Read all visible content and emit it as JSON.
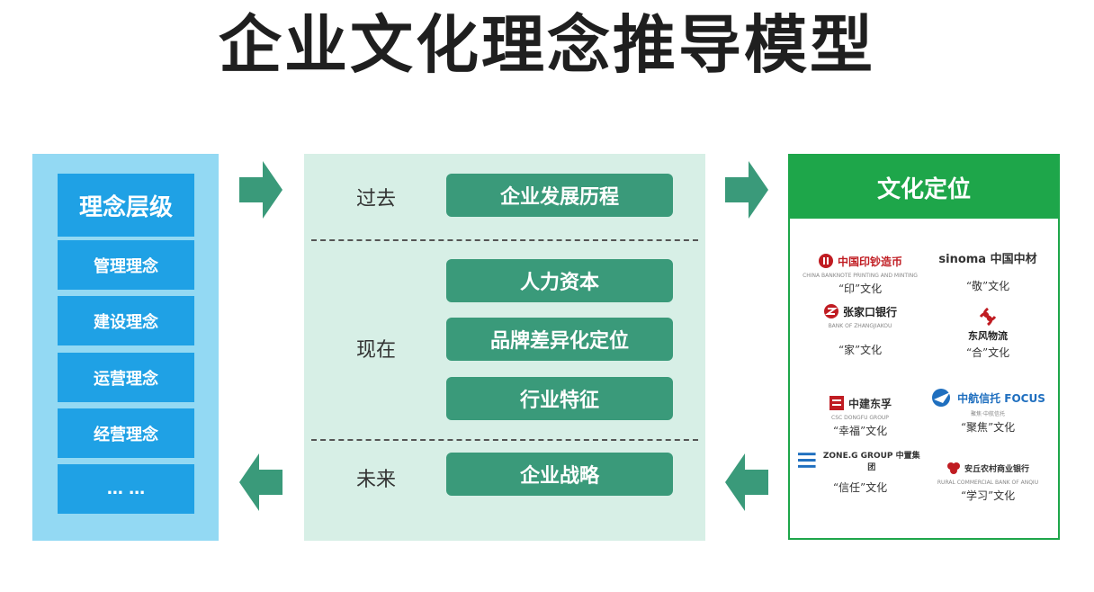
{
  "title": "企业文化理念推导模型",
  "left": {
    "header": "理念层级",
    "items": [
      "管理理念",
      "建设理念",
      "运营理念",
      "经营理念",
      "… …"
    ]
  },
  "middle": {
    "past_label": "过去",
    "present_label": "现在",
    "future_label": "未来",
    "past_items": [
      "企业发展历程"
    ],
    "present_items": [
      "人力资本",
      "品牌差异化定位",
      "行业特征"
    ],
    "future_items": [
      "企业战略"
    ]
  },
  "right": {
    "header": "文化定位",
    "logos": [
      {
        "name": "中国印钞造币",
        "sub": "CHINA BANKNOTE PRINTING AND MINTING",
        "caption": "“印”文化"
      },
      {
        "name": "sinoma 中国中材",
        "sub": "",
        "caption": "“敬”文化"
      },
      {
        "name": "张家口银行",
        "sub": "BANK OF ZHANGJIAKOU",
        "caption": "“家”文化"
      },
      {
        "name": "东风物流",
        "sub": "",
        "caption": "“合”文化"
      },
      {
        "name": "中建东孚",
        "sub": "CSC DONGFU GROUP",
        "caption": "“幸福”文化"
      },
      {
        "name": "中航信托 FOCUS",
        "sub": "聚焦·中航信托",
        "caption": "“聚焦”文化"
      },
      {
        "name": "ZONE.G GROUP 中置集团",
        "sub": "",
        "caption": "“信任”文化"
      },
      {
        "name": "安丘农村商业银行",
        "sub": "RURAL COMMERCIAL BANK OF ANQIU",
        "caption": "“学习”文化"
      }
    ]
  },
  "colors": {
    "left_bg": "#93d9f3",
    "left_box": "#1fa1e5",
    "middle_bg": "#d7efe6",
    "pill": "#3a9a7a",
    "arrow": "#3a9a7a",
    "right_accent": "#1ea64a"
  }
}
